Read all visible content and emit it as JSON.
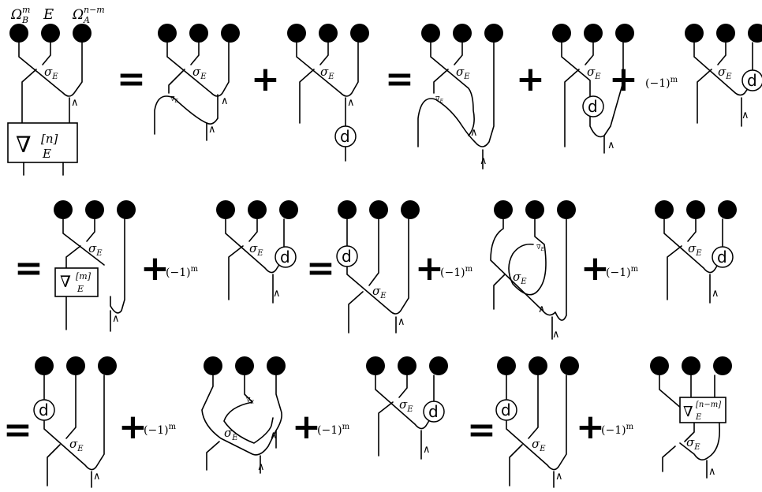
{
  "top_labels": {
    "omega_b": "Ω",
    "omega_b_sup": "m",
    "omega_b_sub": "B",
    "e": "E",
    "omega_a": "Ω",
    "omega_a_sup": "n−m",
    "omega_a_sub": "A"
  },
  "nabla": "∇",
  "nabla_sub": "E",
  "nabla_n_sup": "[n]",
  "nabla_m_sup": "[m]",
  "nabla_nm_sup": "[n−m]",
  "sigma": "σ",
  "sigma_sub": "E",
  "d_label": "d",
  "wedge": "∧",
  "equals": "=",
  "plus": "+",
  "coef": "(−1)",
  "coef_sup": "m",
  "colors": {
    "ink": "#000000",
    "background": "#ffffff"
  },
  "icons": {
    "node": "filled-circle",
    "derivative": "circled-letter-d"
  }
}
